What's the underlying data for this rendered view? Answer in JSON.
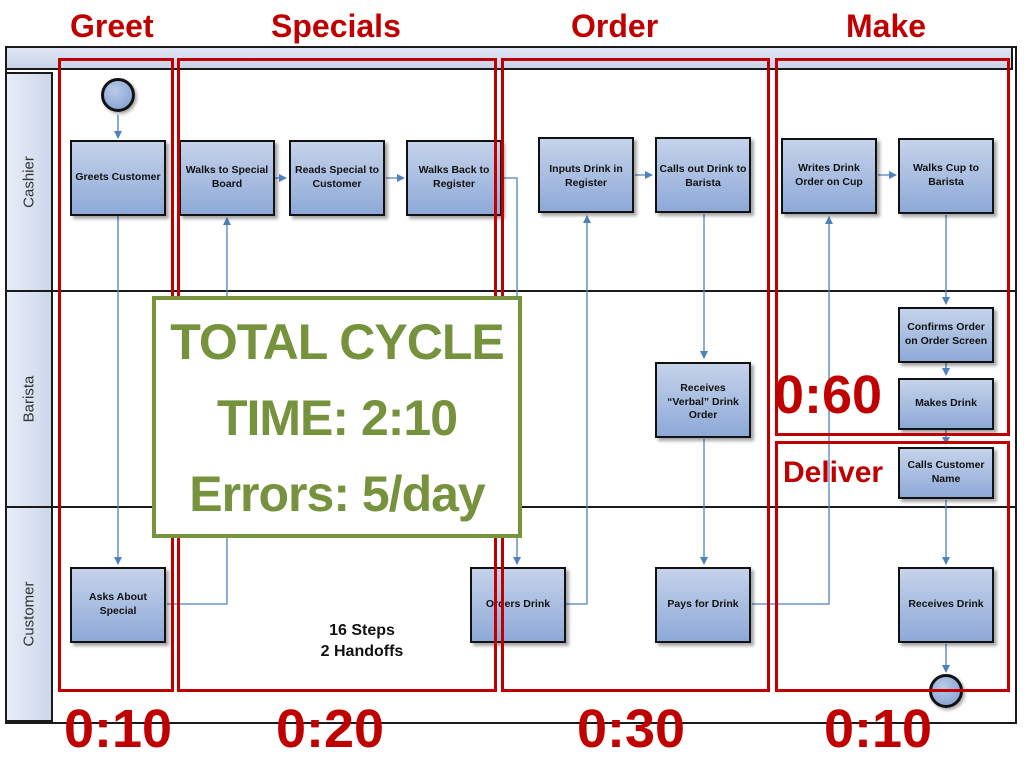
{
  "phases": {
    "greet": "Greet",
    "specials": "Specials",
    "order": "Order",
    "make": "Make",
    "deliver": "Deliver"
  },
  "times": {
    "greet": "0:10",
    "specials": "0:20",
    "order": "0:30",
    "make_deliver": "0:10",
    "make": "0:60"
  },
  "lanes": {
    "cashier": "Cashier",
    "barista": "Barista",
    "customer": "Customer"
  },
  "steps": {
    "greets_customer": "Greets Customer",
    "walks_to_special_board": "Walks to Special Board",
    "reads_special": "Reads Special to Customer",
    "walks_back": "Walks Back to Register",
    "inputs_drink": "Inputs Drink in Register",
    "calls_out_drink": "Calls out Drink to Barista",
    "writes_drink_order": "Writes Drink Order on Cup",
    "walks_cup": "Walks Cup to Barista",
    "confirms_order": "Confirms Order on Order Screen",
    "makes_drink": "Makes Drink",
    "calls_customer": "Calls Customer Name",
    "receives_verbal": "Receives “Verbal” Drink Order",
    "asks_about_special": "Asks About Special",
    "orders_drink": "Orders Drink",
    "pays_for_drink": "Pays for Drink",
    "receives_drink": "Receives Drink"
  },
  "summary": {
    "line1": "TOTAL CYCLE",
    "line2": "TIME: 2:10",
    "line3": "Errors: 5/day"
  },
  "note": {
    "steps": "16 Steps",
    "handoffs": "2 Handoffs"
  },
  "colors": {
    "accent_red": "#c00000",
    "summary_green": "#76923c",
    "box_fill": "#8ea9d8",
    "connector": "#4f81bd"
  }
}
